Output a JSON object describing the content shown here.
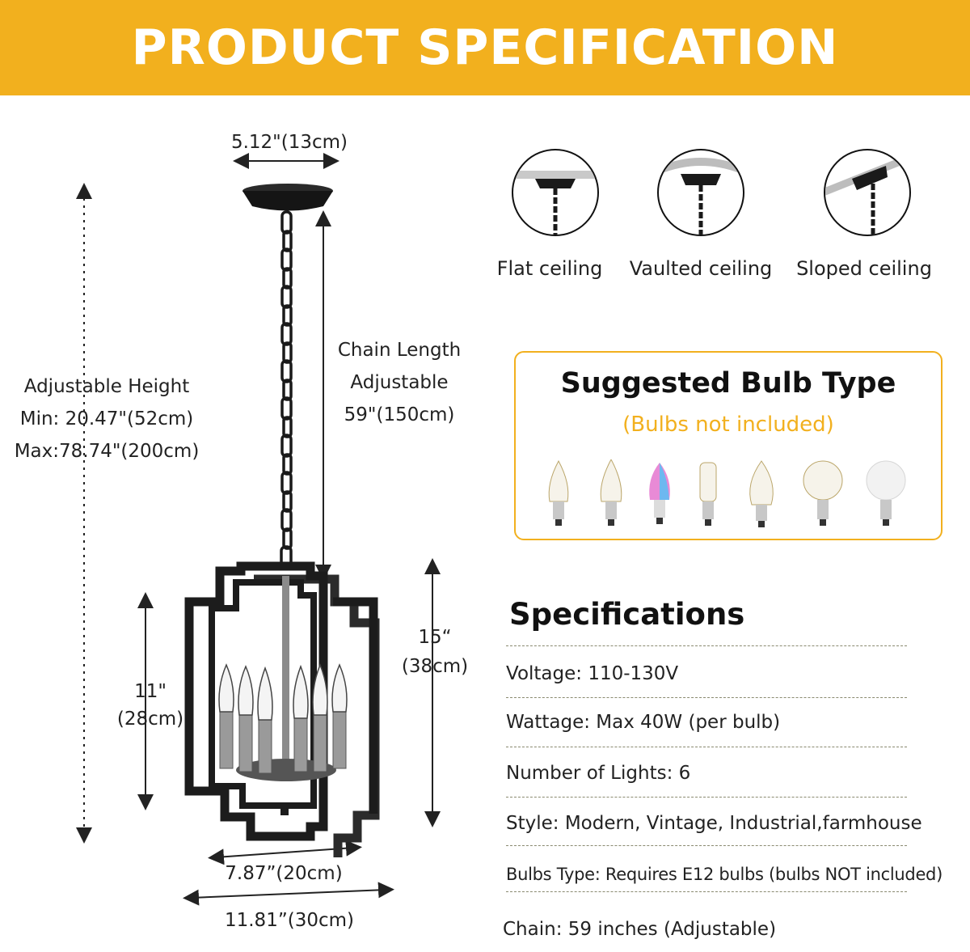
{
  "banner": {
    "title": "PRODUCT SPECIFICATION"
  },
  "dimensions": {
    "canopy_width": "5.12\"(13cm)",
    "height_title": "Adjustable Height",
    "height_min": "Min: 20.47\"(52cm)",
    "height_max": "Max:78.74\"(200cm)",
    "chain_line1": "Chain Length",
    "chain_line2": "Adjustable",
    "chain_line3": "59\"(150cm)",
    "body_height_in": "15“",
    "body_height_cm": "(38cm)",
    "inner_height_in": "11\"",
    "inner_height_cm": "(28cm)",
    "inner_width": "7.87”(20cm)",
    "outer_width": "11.81”(30cm)"
  },
  "ceilings": [
    {
      "label": "Flat ceiling",
      "icon": "flat-ceiling-icon"
    },
    {
      "label": "Vaulted ceiling",
      "icon": "vaulted-ceiling-icon"
    },
    {
      "label": "Sloped ceiling",
      "icon": "sloped-ceiling-icon"
    }
  ],
  "bulbs": {
    "title": "Suggested Bulb Type",
    "subtitle": "(Bulbs not included)"
  },
  "specs": {
    "title": "Specifications",
    "voltage": "Voltage: 110-130V",
    "wattage": "Wattage: Max 40W (per bulb)",
    "lights": "Number of Lights: 6",
    "style": "Style: Modern, Vintage, Industrial,farmhouse",
    "bulbs_type": "Bulbs Type: Requires E12 bulbs (bulbs NOT included)",
    "chain": "Chain: 59 inches (Adjustable)"
  },
  "colors": {
    "accent": "#F2B01E",
    "fixture": "#1c1c1c",
    "text": "#222222"
  }
}
